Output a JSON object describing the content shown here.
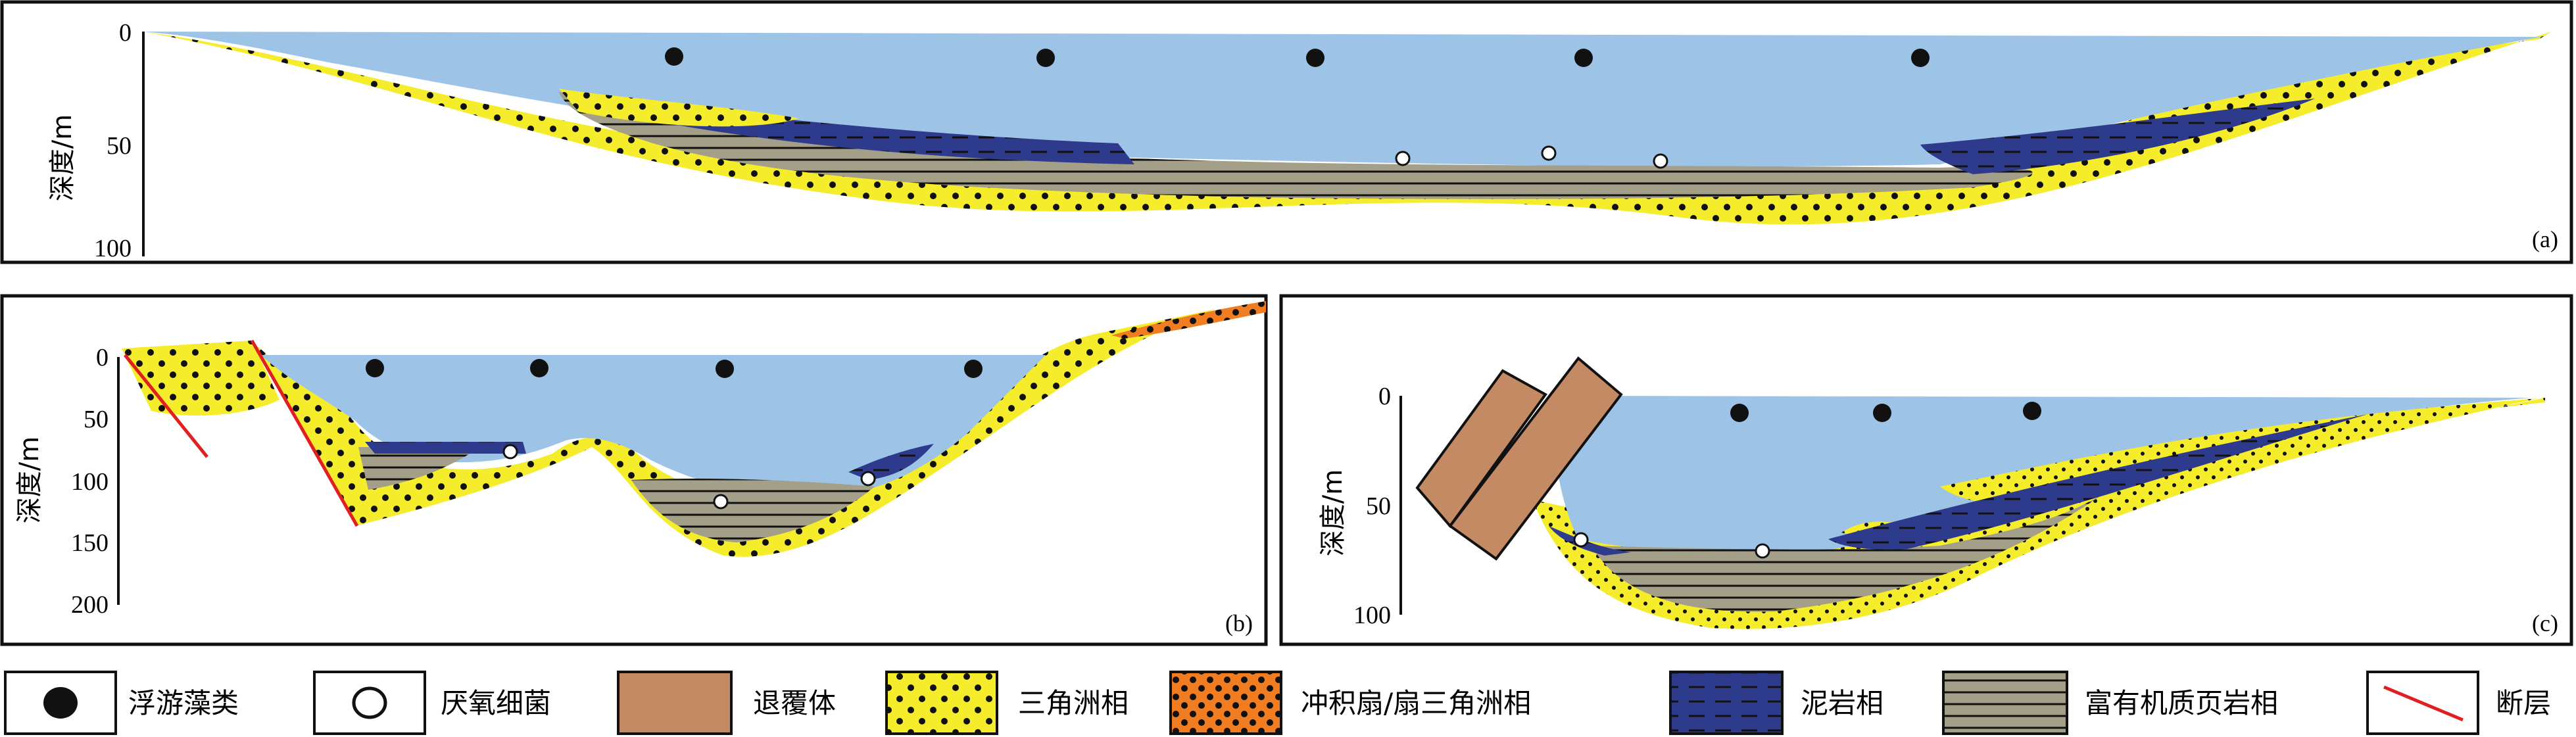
{
  "colors": {
    "water": "#9dc3e6",
    "delta": "#f5ec2c",
    "fan": "#f07d22",
    "mudstone": "#2e3a8c",
    "shale": "#a39f88",
    "retro": "#c48a63",
    "fault": "#e02020",
    "dot": "#111111"
  },
  "panels": {
    "a": {
      "tag": "(a)",
      "ylabel": "深度/m",
      "ticks": [
        "0",
        "50",
        "100"
      ]
    },
    "b": {
      "tag": "(b)",
      "ylabel": "深度/m",
      "ticks": [
        "0",
        "50",
        "100",
        "150",
        "200"
      ]
    },
    "c": {
      "tag": "(c)",
      "ylabel": "深度/m",
      "ticks": [
        "0",
        "50",
        "100"
      ]
    }
  },
  "legend": {
    "items": [
      {
        "label": "浮游藻类",
        "icon": "filled-circle-icon"
      },
      {
        "label": "厌氧细菌",
        "icon": "open-circle-icon"
      },
      {
        "label": "退覆体",
        "icon": "brown-block-icon"
      },
      {
        "label": "三角洲相",
        "icon": "yellow-dotted-icon"
      },
      {
        "label": "冲积扇/扇三角洲相",
        "icon": "orange-dotted-icon"
      },
      {
        "label": "泥岩相",
        "icon": "blue-striped-icon"
      },
      {
        "label": "富有机质页岩相",
        "icon": "gray-striped-icon"
      },
      {
        "label": "断层",
        "icon": "red-line-icon"
      }
    ]
  }
}
